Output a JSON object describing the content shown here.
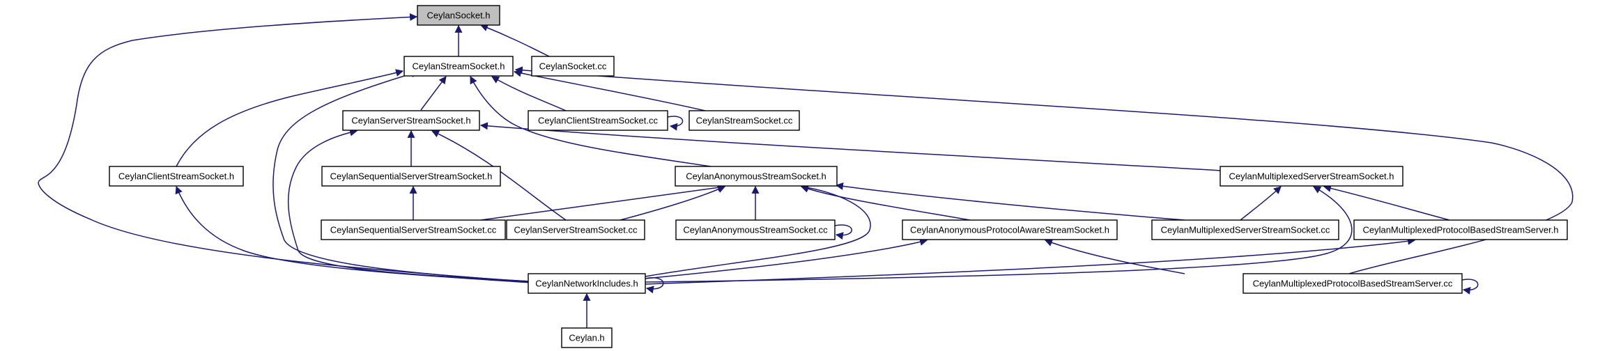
{
  "graph": {
    "edge_color": "#191970",
    "node_fill": "#ffffff",
    "root_fill": "#bfbfbf",
    "nodes": [
      {
        "id": "ceylan_socket_h",
        "label": "CeylanSocket.h",
        "root": true
      },
      {
        "id": "ceylan_stream_socket_h",
        "label": "CeylanStreamSocket.h"
      },
      {
        "id": "ceylan_socket_cc",
        "label": "CeylanSocket.cc"
      },
      {
        "id": "ceylan_server_stream_socket_h",
        "label": "CeylanServerStreamSocket.h"
      },
      {
        "id": "ceylan_client_stream_socket_cc",
        "label": "CeylanClientStreamSocket.cc"
      },
      {
        "id": "ceylan_stream_socket_cc",
        "label": "CeylanStreamSocket.cc"
      },
      {
        "id": "ceylan_client_stream_socket_h",
        "label": "CeylanClientStreamSocket.h"
      },
      {
        "id": "ceylan_sequential_server_stream_socket_h",
        "label": "CeylanSequentialServerStreamSocket.h"
      },
      {
        "id": "ceylan_anonymous_stream_socket_h",
        "label": "CeylanAnonymousStreamSocket.h"
      },
      {
        "id": "ceylan_multiplexed_server_stream_socket_h",
        "label": "CeylanMultiplexedServerStreamSocket.h"
      },
      {
        "id": "ceylan_sequential_server_stream_socket_cc",
        "label": "CeylanSequentialServerStreamSocket.cc"
      },
      {
        "id": "ceylan_server_stream_socket_cc",
        "label": "CeylanServerStreamSocket.cc"
      },
      {
        "id": "ceylan_anonymous_stream_socket_cc",
        "label": "CeylanAnonymousStreamSocket.cc"
      },
      {
        "id": "ceylan_anonymous_protocol_aware_stream_socket_h",
        "label": "CeylanAnonymousProtocolAwareStreamSocket.h"
      },
      {
        "id": "ceylan_multiplexed_server_stream_socket_cc",
        "label": "CeylanMultiplexedServerStreamSocket.cc"
      },
      {
        "id": "ceylan_multiplexed_protocol_based_stream_server_h",
        "label": "CeylanMultiplexedProtocolBasedStreamServer.h"
      },
      {
        "id": "ceylan_network_includes_h",
        "label": "CeylanNetworkIncludes.h"
      },
      {
        "id": "ceylan_multiplexed_protocol_based_stream_server_cc",
        "label": "CeylanMultiplexedProtocolBasedStreamServer.cc"
      },
      {
        "id": "ceylan_h",
        "label": "Ceylan.h"
      }
    ]
  }
}
